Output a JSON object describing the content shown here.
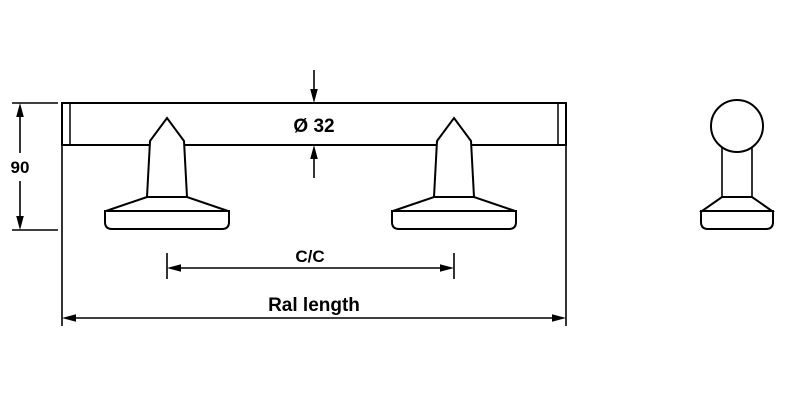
{
  "drawing": {
    "labels": {
      "diameter": "Ø 32",
      "height": "90",
      "center_to_center": "C/C",
      "rail_length": "Ral length"
    },
    "colors": {
      "line": "#000000",
      "background": "#ffffff"
    }
  }
}
